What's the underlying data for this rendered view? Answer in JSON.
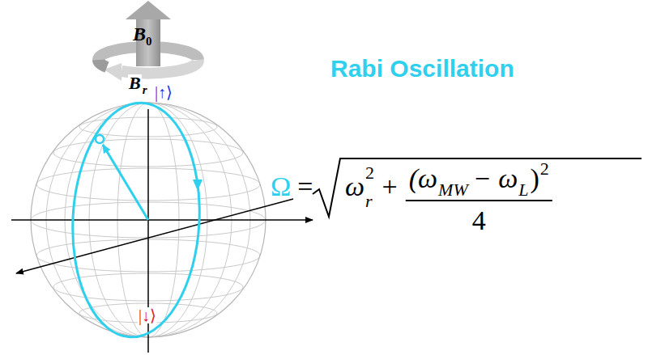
{
  "diagram": {
    "title": "Rabi Oscillation",
    "labels": [
      "B",
      "0",
      "B",
      "r",
      "|↑⟩",
      "|↓⟩",
      "Ω",
      "=",
      "ω",
      "r",
      "2",
      "+",
      "(ω",
      "MW",
      "− ω",
      "L",
      ")",
      "2",
      "4"
    ]
  }
}
